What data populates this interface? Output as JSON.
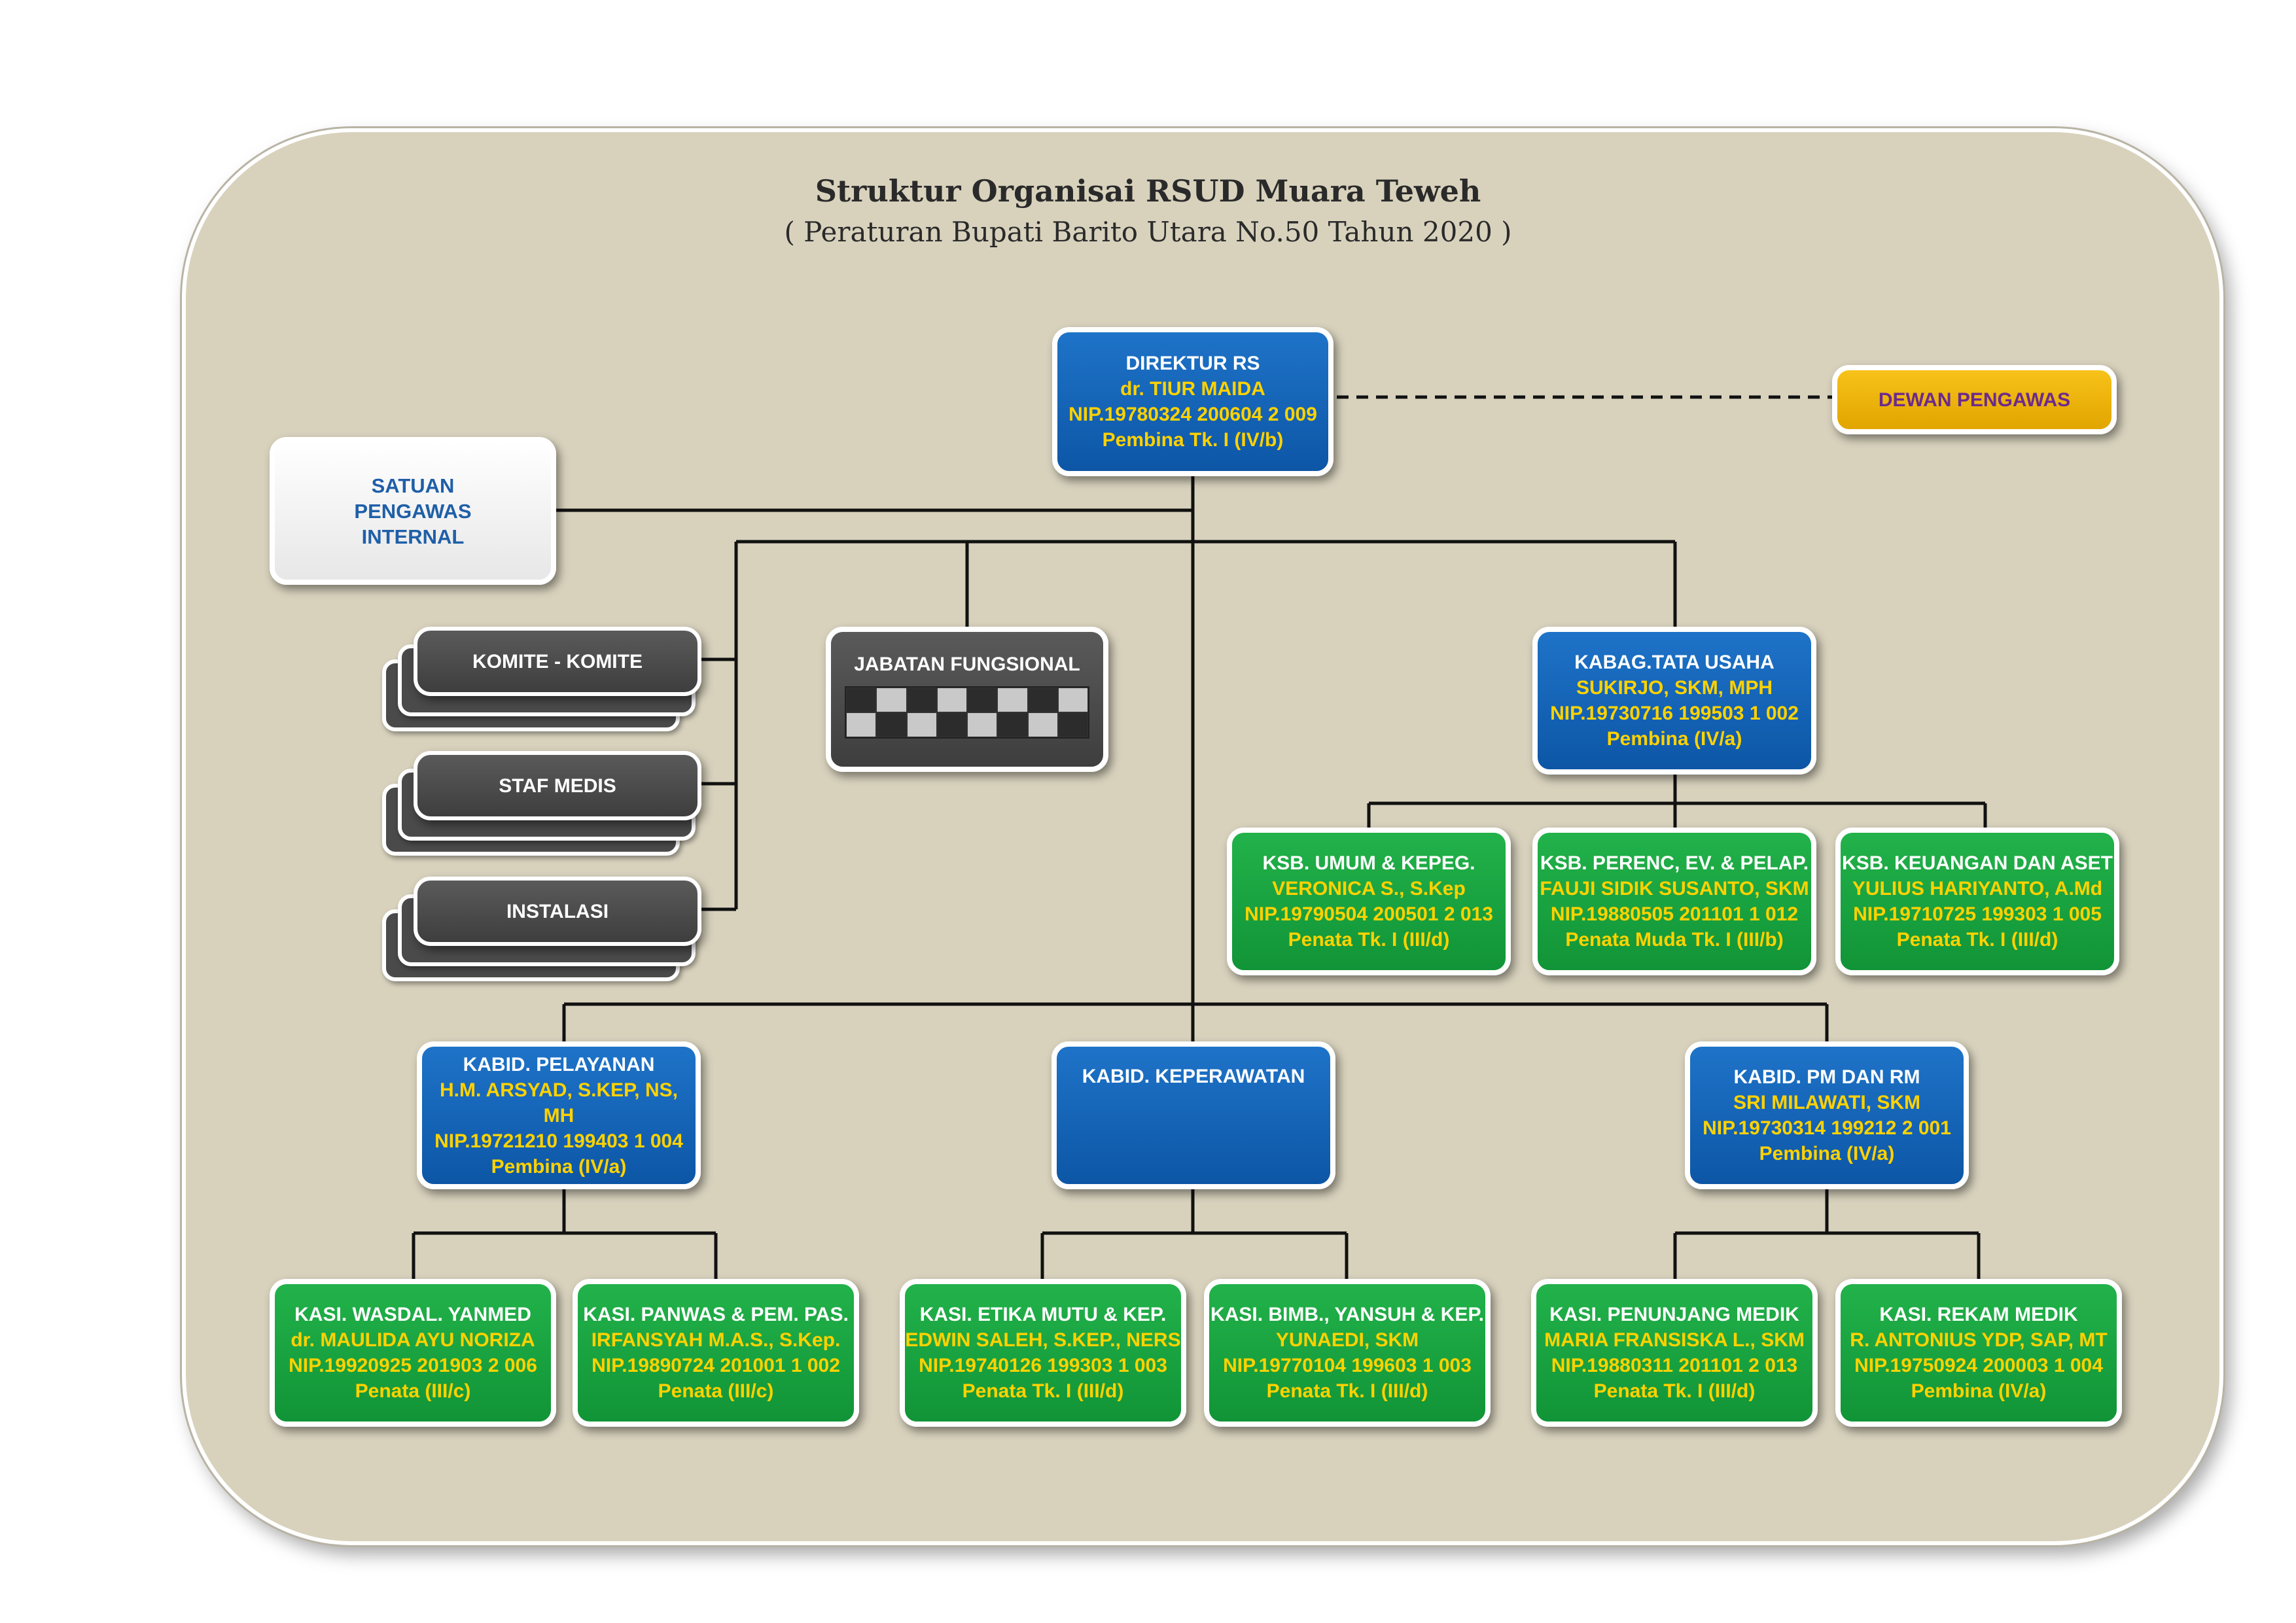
{
  "title": "Struktur Organisai RSUD Muara Teweh",
  "subtitle": "( Peraturan Bupati Barito Utara No.50 Tahun 2020 )",
  "direktur": {
    "title": "DIREKTUR RS",
    "name": "dr. TIUR MAIDA",
    "nip": "NIP.19780324 200604 2 009",
    "rank": "Pembina Tk. I (IV/b)"
  },
  "dewan_pengawas": "DEWAN PENGAWAS",
  "spi": "SATUAN PENGAWAS INTERNAL",
  "komite": "KOMITE - KOMITE",
  "staf_medis": "STAF MEDIS",
  "instalasi": "INSTALASI",
  "jabatan_fungsional": "JABATAN FUNGSIONAL",
  "kabag": {
    "title": "KABAG.TATA USAHA",
    "name": "SUKIRJO, SKM, MPH",
    "nip": "NIP.19730716 199503 1 002",
    "rank": "Pembina (IV/a)"
  },
  "ksb_umum": {
    "title": "KSB. UMUM & KEPEG.",
    "name": "VERONICA S., S.Kep",
    "nip": "NIP.19790504 200501 2 013",
    "rank": "Penata Tk. I  (III/d)"
  },
  "ksb_perenc": {
    "title": "KSB. PERENC, EV. & PELAP.",
    "name": "FAUJI SIDIK SUSANTO, SKM",
    "nip": "NIP.19880505 201101 1 012",
    "rank": "Penata Muda Tk. I (III/b)"
  },
  "ksb_keuangan": {
    "title": "KSB. KEUANGAN DAN ASET",
    "name": "YULIUS HARIYANTO, A.Md",
    "nip": "NIP.19710725 199303 1 005",
    "rank": "Penata Tk. I (III/d)"
  },
  "kabid_pelayanan": {
    "title": "KABID. PELAYANAN",
    "name": "H.M. ARSYAD, S.KEP, NS, MH",
    "nip": "NIP.19721210 199403 1 004",
    "rank": "Pembina (IV/a)"
  },
  "kabid_keperawatan": {
    "title": "KABID. KEPERAWATAN"
  },
  "kabid_pm": {
    "title": "KABID. PM DAN RM",
    "name": "SRI MILAWATI, SKM",
    "nip": "NIP.19730314 199212 2 001",
    "rank": "Pembina (IV/a)"
  },
  "kasi_wasdal": {
    "title": "KASI. WASDAL. YANMED",
    "name": "dr. MAULIDA AYU NORIZA",
    "nip": "NIP.19920925 201903 2 006",
    "rank": "Penata (III/c)"
  },
  "kasi_panwas": {
    "title": "KASI. PANWAS & PEM. PAS.",
    "name": "IRFANSYAH M.A.S., S.Kep.",
    "nip": "NIP.19890724 201001 1 002",
    "rank": "Penata (III/c)"
  },
  "kasi_etika": {
    "title": "KASI. ETIKA MUTU & KEP.",
    "name": "EDWIN SALEH, S.KEP., NERS",
    "nip": "NIP.19740126 199303 1 003",
    "rank": "Penata Tk. I (III/d)"
  },
  "kasi_bimb": {
    "title": "KASI. BIMB., YANSUH & KEP.",
    "name": "YUNAEDI, SKM",
    "nip": "NIP.19770104 199603 1 003",
    "rank": "Penata Tk. I (III/d)"
  },
  "kasi_penunjang": {
    "title": "KASI. PENUNJANG MEDIK",
    "name": "MARIA FRANSISKA L., SKM",
    "nip": "NIP.19880311 201101 2 013",
    "rank": "Penata Tk. I (III/d)"
  },
  "kasi_rekam": {
    "title": "KASI. REKAM MEDIK",
    "name": "R. ANTONIUS YDP, SAP, MT",
    "nip": "NIP.19750924 200003 1 004",
    "rank": "Pembina (IV/a)"
  }
}
